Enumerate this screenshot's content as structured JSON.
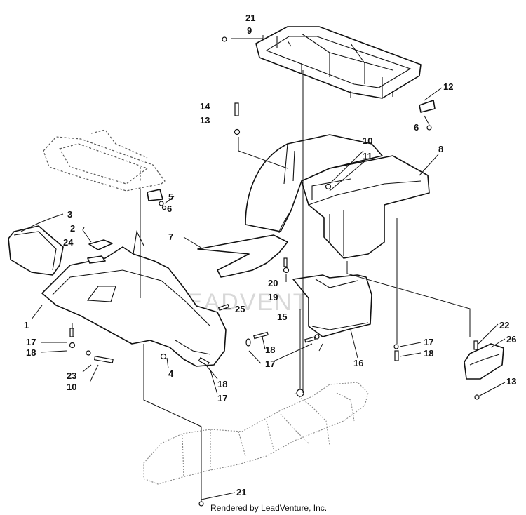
{
  "watermark": "LEADVENTURE",
  "footer": "Rendered by LeadVenture, Inc.",
  "callouts": [
    "21",
    "9",
    "12",
    "6",
    "14",
    "13",
    "10",
    "11",
    "8",
    "5",
    "6",
    "3",
    "2",
    "24",
    "7",
    "20",
    "19",
    "25",
    "1",
    "15",
    "17",
    "18",
    "23",
    "10",
    "4",
    "18",
    "17",
    "18",
    "17",
    "16",
    "17",
    "18",
    "22",
    "26",
    "13",
    "21"
  ]
}
